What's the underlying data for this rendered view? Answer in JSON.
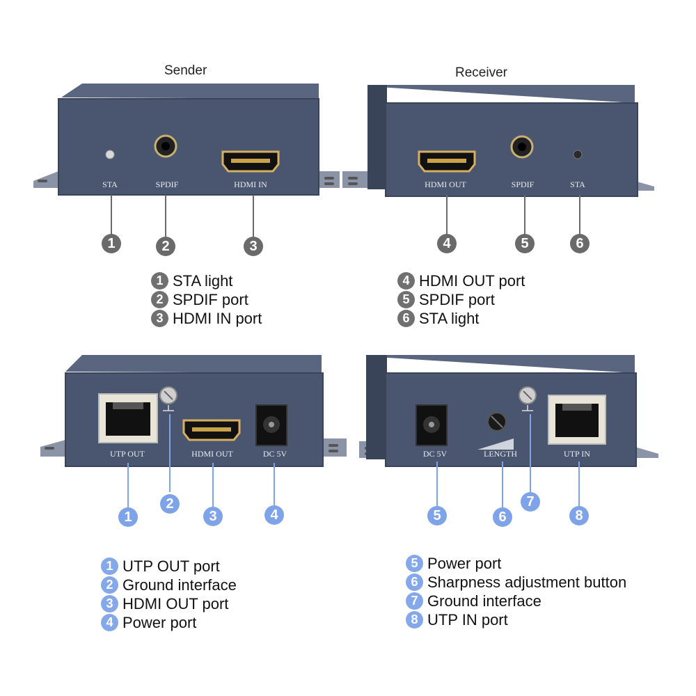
{
  "sections": {
    "sender_title": "Sender",
    "receiver_title": "Receiver"
  },
  "colors": {
    "panel": "#4a5670",
    "panel_dark": "#3a4459",
    "marker_gray": "#6a6a6a",
    "marker_blue": "#7ea3e8"
  },
  "top_left": {
    "labels": [
      "STA",
      "SPDIF",
      "HDMI IN"
    ],
    "markers": [
      "1",
      "2",
      "3"
    ],
    "legend": [
      {
        "num": "1",
        "text": "STA light"
      },
      {
        "num": "2",
        "text": "SPDIF port"
      },
      {
        "num": "3",
        "text": "HDMI IN port"
      }
    ]
  },
  "top_right": {
    "labels": [
      "HDMI OUT",
      "SPDIF",
      "STA"
    ],
    "markers": [
      "4",
      "5",
      "6"
    ],
    "legend": [
      {
        "num": "4",
        "text": "HDMI OUT port"
      },
      {
        "num": "5",
        "text": "SPDIF port"
      },
      {
        "num": "6",
        "text": "STA light"
      }
    ]
  },
  "bottom_left": {
    "labels": [
      "UTP OUT",
      "HDMI OUT",
      "DC 5V"
    ],
    "markers": [
      "1",
      "2",
      "3",
      "4"
    ],
    "legend": [
      {
        "num": "1",
        "text": "UTP OUT port"
      },
      {
        "num": "2",
        "text": "Ground interface"
      },
      {
        "num": "3",
        "text": "HDMI OUT port"
      },
      {
        "num": "4",
        "text": "Power port"
      }
    ]
  },
  "bottom_right": {
    "labels": [
      "DC 5V",
      "LENGTH",
      "UTP IN"
    ],
    "markers": [
      "5",
      "6",
      "7",
      "8"
    ],
    "legend": [
      {
        "num": "5",
        "text": "Power port"
      },
      {
        "num": "6",
        "text": "Sharpness adjustment button"
      },
      {
        "num": "7",
        "text": "Ground interface"
      },
      {
        "num": "8",
        "text": "UTP IN port"
      }
    ]
  }
}
